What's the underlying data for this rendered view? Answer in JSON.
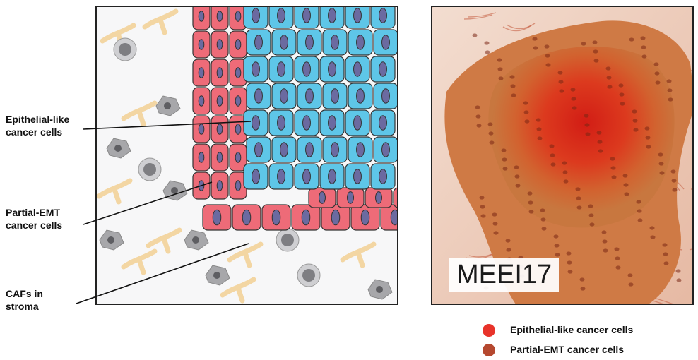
{
  "labels": {
    "epithelial": [
      "Epithelial-like",
      "cancer cells"
    ],
    "partial_emt": [
      "Partial-EMT",
      "cancer cells"
    ],
    "cafs": [
      "CAFs in",
      "stroma"
    ]
  },
  "photo": {
    "tag": "MEEI17"
  },
  "legend": [
    {
      "label": "Epithelial-like cancer cells",
      "color": "#e8332a"
    },
    {
      "label": "Partial-EMT cancer cells",
      "color": "#b5482f"
    }
  ],
  "colors": {
    "epithelial_cell": "#5ec6e8",
    "partial_emt_cell": "#ee6b78",
    "nucleus": "#6b6aa0",
    "caf": "#f3d6a3",
    "stromal_gray": "#a7a7aa",
    "tissue_red": "#d8301e",
    "tissue_orange": "#c86a36"
  }
}
